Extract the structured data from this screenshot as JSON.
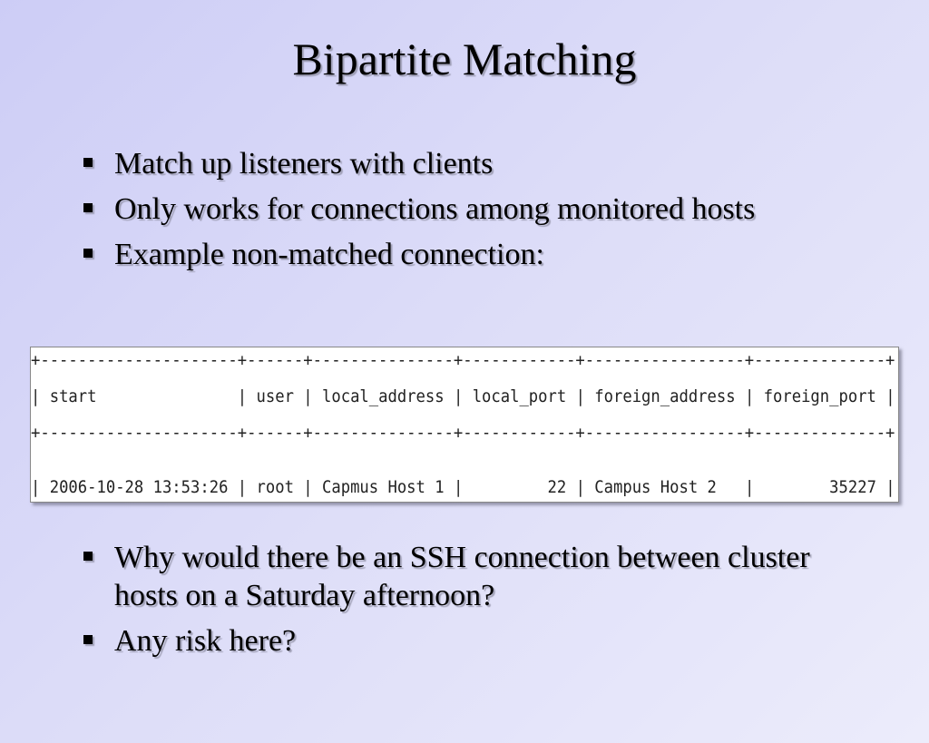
{
  "slide": {
    "title": "Bipartite Matching",
    "bullets_top": [
      "Match up listeners with clients",
      "Only works for connections among monitored hosts",
      "Example non-matched connection:"
    ],
    "bullets_bottom": [
      "Why would there be an SSH connection between cluster hosts on a Saturday afternoon?",
      "Any risk here?"
    ]
  },
  "table": {
    "columns": [
      "start",
      "user",
      "local_address",
      "local_port",
      "foreign_address",
      "foreign_port"
    ],
    "rows": [
      [
        "2006-10-28 13:53:26",
        "root",
        "Capmus Host 1",
        "22",
        "Campus Host 2",
        "35227"
      ]
    ]
  }
}
